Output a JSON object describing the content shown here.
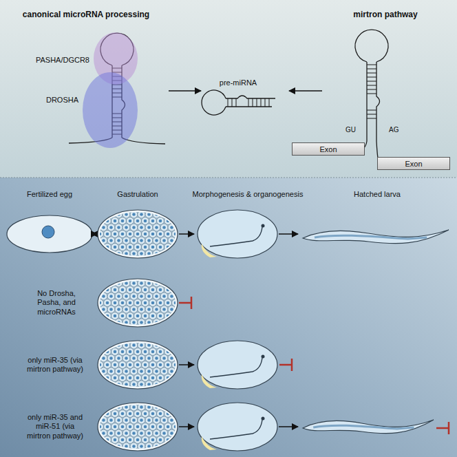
{
  "diagram": {
    "nodes": [
      {
        "text": [
          "PASHA/DGCR8"
        ]
      },
      {
        "text": [
          "DROSHA"
        ]
      },
      {
        "text": [
          "Exon"
        ]
      },
      {
        "text": [
          "Exon"
        ]
      }
    ],
    "labels": [
      "canonical microRNA processing",
      "mirtron pathway",
      "pre-miRNA",
      "GU",
      "AG",
      "Fertilized egg",
      "Gastrulation",
      "Morphogenesis & organogenesis",
      "Hatched larva",
      "No Drosha, Pasha, and microRNAs",
      "only miR-35 (via mirtron pathway)",
      "only miR-35 and miR-51 (via mirtron pathway)"
    ]
  }
}
